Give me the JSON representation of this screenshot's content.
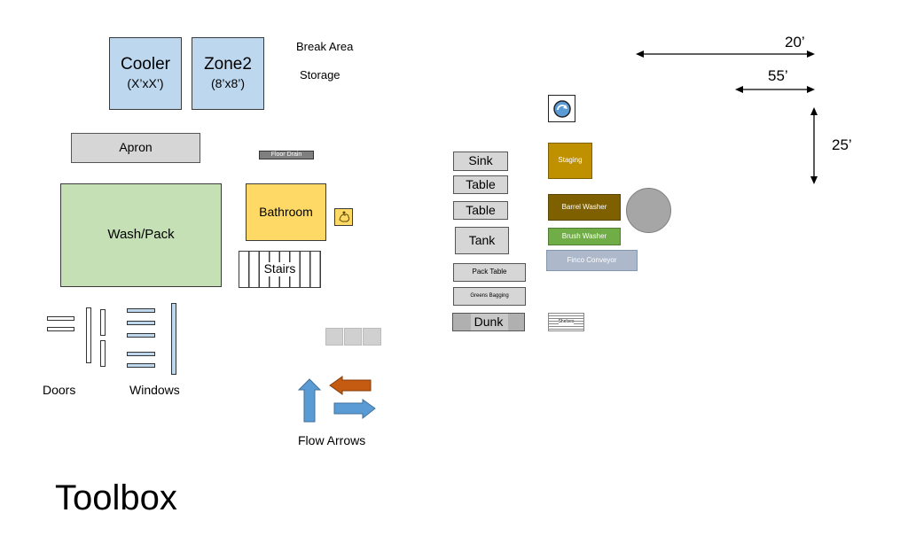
{
  "rooms": {
    "cooler": {
      "name": "Cooler",
      "size": "(X’xX’)"
    },
    "zone2": {
      "name": "Zone2",
      "size": "(8’x8’)"
    },
    "apron": "Apron",
    "wash_pack": "Wash/Pack",
    "bathroom": "Bathroom",
    "stairs": "Stairs",
    "floor_drain": "Floor Drain"
  },
  "text_labels": {
    "break_area": "Break Area",
    "storage": "Storage",
    "doors": "Doors",
    "windows": "Windows",
    "flow_arrows": "Flow Arrows",
    "toolbox": "Toolbox"
  },
  "equipment": {
    "sink": "Sink",
    "table1": "Table",
    "table2": "Table",
    "tank": "Tank",
    "pack_table": "Pack Table",
    "greens_bagging": "Greens Bagging",
    "dunk": "Dunk",
    "staging": "Staging",
    "barrel_washer": "Barrel Washer",
    "brush_washer": "Brush Washer",
    "conveyor": "Finco Conveyor",
    "shelves": "Shelves"
  },
  "dimensions": {
    "d20": "20’",
    "d55": "55’",
    "d25": "25’"
  },
  "colors": {
    "cooler_blue": "#bdd7ee",
    "wash_green": "#c5e0b4",
    "bathroom_yellow": "#ffd966",
    "staging_gold": "#bf9000",
    "barrel_brown": "#7f6000",
    "brush_green": "#70ad47",
    "conveyor_blue": "#adb9ca",
    "flow_orange": "#c55a11",
    "flow_blue": "#5b9bd5",
    "window_blue": "#bdd7ee"
  },
  "icons": [
    "recycle-icon",
    "handwash-icon"
  ]
}
